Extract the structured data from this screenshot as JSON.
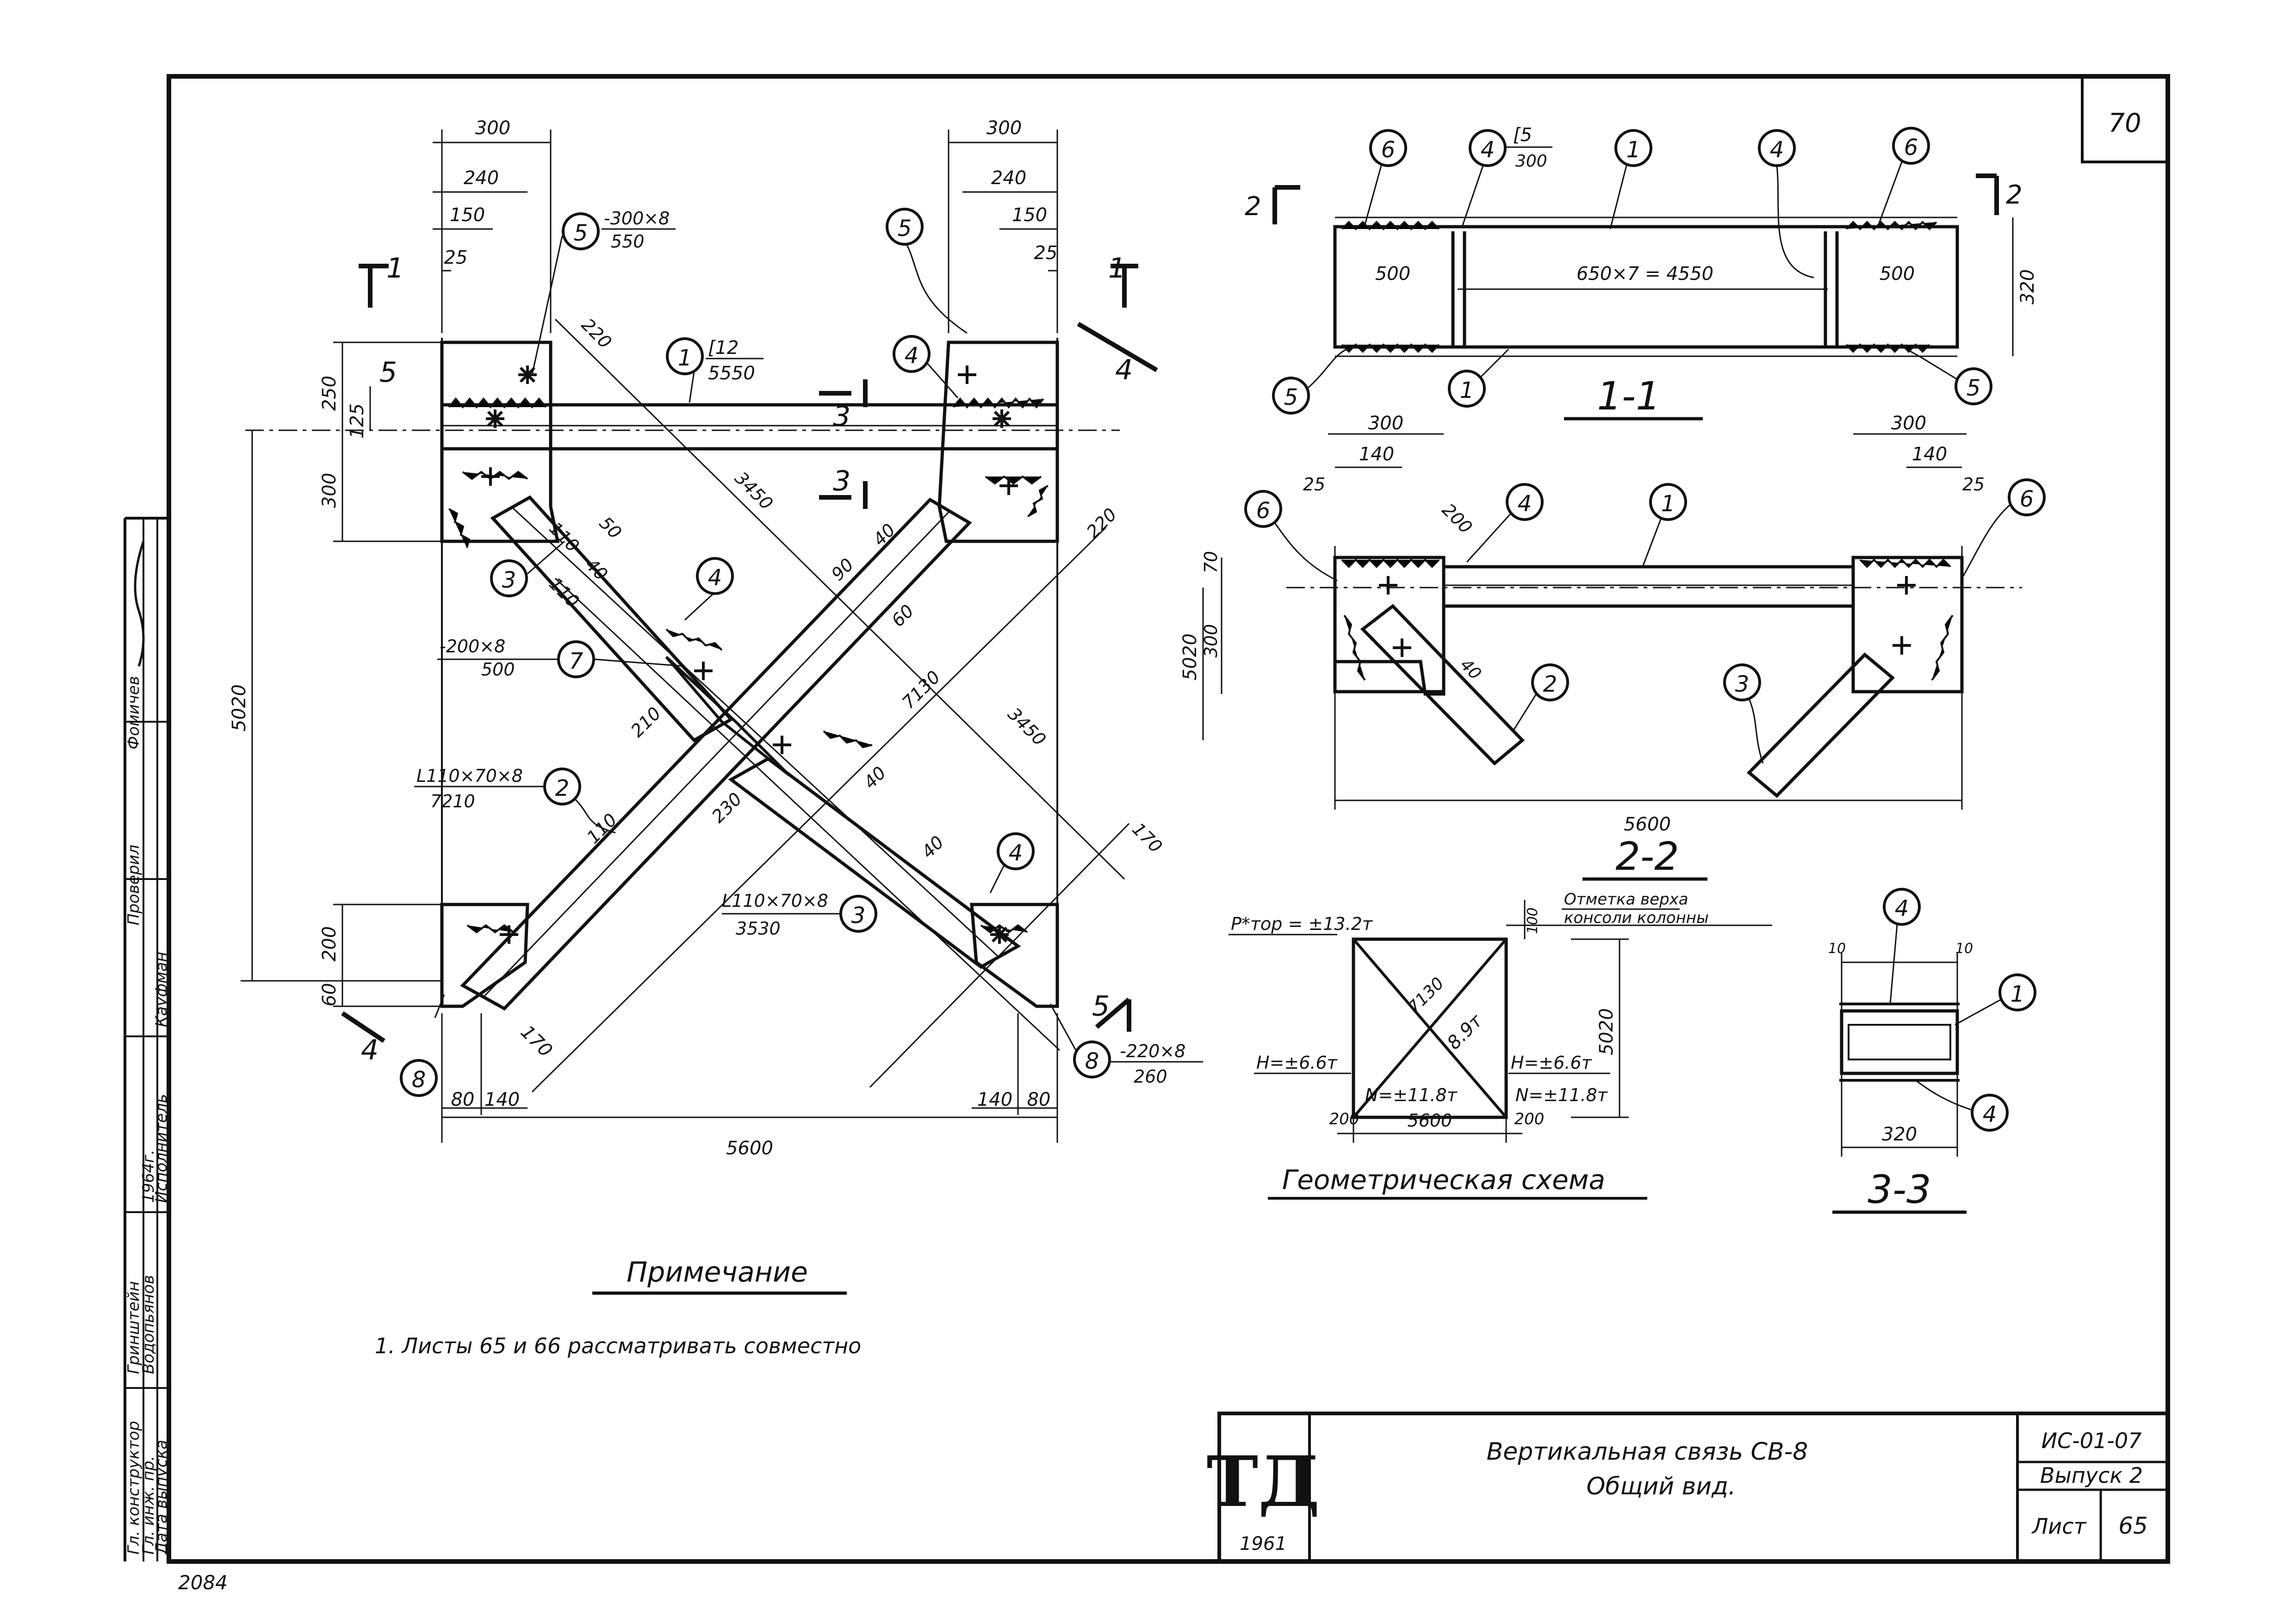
{
  "sheet": {
    "corner_number": "70",
    "bottom_left_code": "2084"
  },
  "stamp": {
    "roles": [
      "Гл. конструктор",
      "Гл. инж. пр.",
      "Дата выпуска",
      "Исполнитель",
      "Проверил"
    ],
    "names": [
      "Гринштейн",
      "Водопьянов",
      "Кауфман",
      "Фомичев"
    ],
    "year": "1964г."
  },
  "main_view": {
    "dims_top_left": [
      "300",
      "240",
      "150",
      "25"
    ],
    "dims_top_right": [
      "300",
      "240",
      "150",
      "25"
    ],
    "dims_left": [
      "250",
      "125",
      "300",
      "5020",
      "200",
      "60"
    ],
    "dims_bottom": [
      "80",
      "140",
      "170",
      "5600",
      "140",
      "80"
    ],
    "dims_diagonal": [
      "220",
      "3450",
      "220",
      "3450",
      "7130",
      "170",
      "110",
      "110",
      "90",
      "210",
      "230",
      "40",
      "50",
      "40",
      "60",
      "110",
      "40",
      "40"
    ],
    "section_marks": [
      "1",
      "1",
      "3",
      "3",
      "4",
      "4",
      "5",
      "5"
    ],
    "callouts": [
      {
        "n": "1",
        "spec_top": "[12",
        "spec_bottom": "5550"
      },
      {
        "n": "5",
        "spec_top": "-300×8",
        "spec_bottom": "550"
      },
      {
        "n": "5",
        "spec_top": "",
        "spec_bottom": ""
      },
      {
        "n": "4",
        "spec_top": "",
        "spec_bottom": ""
      },
      {
        "n": "3",
        "spec_top": "",
        "spec_bottom": ""
      },
      {
        "n": "4",
        "spec_top": "",
        "spec_bottom": ""
      },
      {
        "n": "7",
        "spec_top": "-200×8",
        "spec_bottom": "500"
      },
      {
        "n": "2",
        "spec_top": "L110×70×8",
        "spec_bottom": "7210"
      },
      {
        "n": "3",
        "spec_top": "L110×70×8",
        "spec_bottom": "3530"
      },
      {
        "n": "4",
        "spec_top": "",
        "spec_bottom": ""
      },
      {
        "n": "8",
        "spec_top": "",
        "spec_bottom": ""
      },
      {
        "n": "8",
        "spec_top": "-220×8",
        "spec_bottom": "260"
      }
    ]
  },
  "section_1_1": {
    "title": "1-1",
    "dims": [
      "500",
      "650×7 = 4550",
      "500",
      "320"
    ],
    "callout_4_spec_top": "[5",
    "callout_4_spec_bottom": "300",
    "callouts": [
      "6",
      "4",
      "1",
      "4",
      "6",
      "5",
      "1",
      "5"
    ],
    "section_marks": [
      "2",
      "2"
    ]
  },
  "section_2_2": {
    "title": "2-2",
    "dims": [
      "300",
      "140",
      "25",
      "200",
      "70",
      "300",
      "5020",
      "40",
      "5600",
      "300",
      "140",
      "25"
    ],
    "callouts": [
      "6",
      "4",
      "1",
      "6",
      "2",
      "3"
    ]
  },
  "geometric_scheme": {
    "title": "Геометрическая схема",
    "top_note_1": "Отметка верха",
    "top_note_2": "консоли колонны",
    "force_top_left": "P*тор = ±13.2т",
    "h_left": "H=±6.6т",
    "h_right": "H=±6.6т",
    "n_left": "N=±11.8т",
    "n_right": "N=±11.8т",
    "diag_length": "7130",
    "diag_force": "8.9т",
    "dim_top": "100",
    "dim_height": "5020",
    "dim_width": "5600",
    "dim_left": "200",
    "dim_right": "200"
  },
  "section_3_3": {
    "title": "3-3",
    "dims": [
      "10",
      "10",
      "320"
    ],
    "callouts": [
      "4",
      "1",
      "4"
    ]
  },
  "note": {
    "heading": "Примечание",
    "text": "1. Листы 65 и 66 рассматривать совместно"
  },
  "title_block": {
    "logo": "ТД",
    "logo_year": "1961",
    "line1": "Вертикальная связь СВ-8",
    "line2": "Общий вид.",
    "code": "ИС-01-07",
    "issue": "Выпуск 2",
    "sheet_label": "Лист",
    "sheet_num": "65"
  }
}
